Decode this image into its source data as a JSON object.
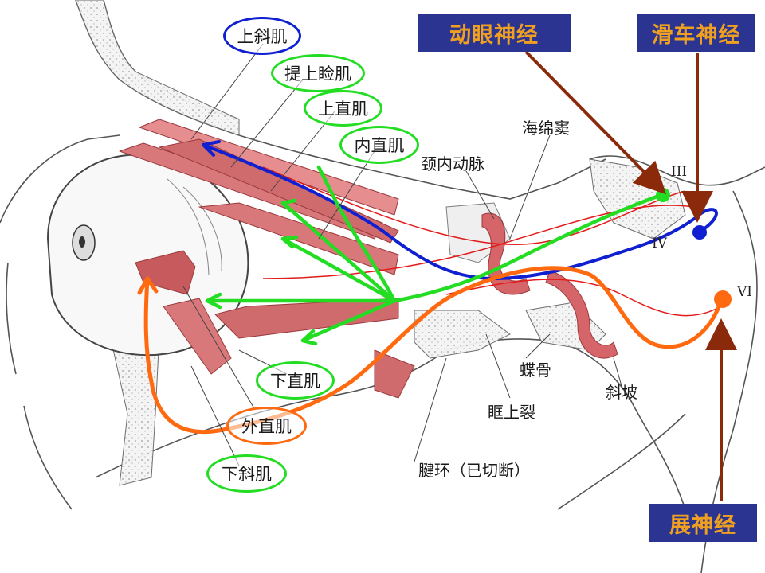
{
  "nerves": {
    "oculomotor": "动眼神经",
    "trochlear": "滑车神经",
    "abducens": "展神经"
  },
  "muscles": {
    "superior_oblique": "上斜肌",
    "levator": "提上睑肌",
    "superior_rectus": "上直肌",
    "medial_rectus": "内直肌",
    "inferior_rectus": "下直肌",
    "lateral_rectus": "外直肌",
    "inferior_oblique": "下斜肌"
  },
  "structures": {
    "cavernous_sinus": "海绵窦",
    "internal_carotid": "颈内动脉",
    "sphenoid": "蝶骨",
    "clivus": "斜坡",
    "superior_orbital_fissure": "眶上裂",
    "tendinous_ring": "腱环（已切断）"
  },
  "roman": {
    "III": "III",
    "IV": "IV",
    "VI": "VI"
  },
  "colors": {
    "oculomotor_path": "#22dd22",
    "trochlear_path": "#1020d0",
    "abducens_path": "#ff6a10",
    "label_box": "#2b3591",
    "label_text": "#f0a020",
    "arrow": "#8b2a0a",
    "muscle": "#d9787a"
  }
}
